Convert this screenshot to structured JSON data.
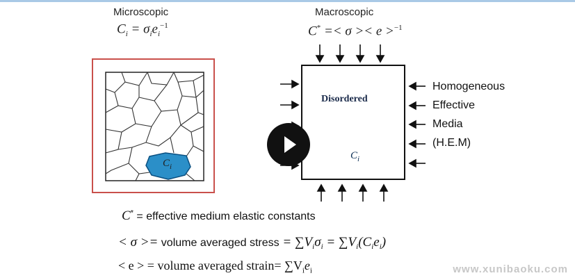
{
  "micro": {
    "heading": "Microscopic",
    "formula_main": "C",
    "formula_sub": "i",
    "formula_rest": " = σ",
    "formula_sub2": "i",
    "formula_e": "e",
    "formula_sub3": "i",
    "formula_sup": "−1",
    "grain_label": "C",
    "grain_label_sub": "i",
    "grain_color": "#2b8fc8"
  },
  "macro": {
    "heading": "Macroscopic",
    "formula_main": "C",
    "formula_sup": "*",
    "formula_rest": " =< σ >< e >",
    "formula_sup2": "−1",
    "box_label": "Disordered",
    "grain_label": "C",
    "grain_label_sub": "i"
  },
  "hem": [
    "Homogeneous",
    "Effective",
    "Media",
    "(H.E.M)"
  ],
  "definitions": {
    "line1_sym": "C",
    "line1_sup": "*",
    "line1_text": " =  effective medium elastic constants",
    "line2_sym": "< σ >=",
    "line2_text": "  volume averaged stress",
    "line2_eq": " = ∑V",
    "line2_eq_sub": "i",
    "line2_eq2": "σ",
    "line2_eq2_sub": "i",
    "line2_eq3": " = ∑V",
    "line2_eq3_sub": "i",
    "line2_eq4": "(C",
    "line2_eq4_sub": "i",
    "line2_eq5": "e",
    "line2_eq5_sub": "i",
    "line2_eq6": ")",
    "line3_text": "< e > = volume averaged strain= ∑V",
    "line3_sub": "i",
    "line3_e": "e",
    "line3_sub2": "i"
  },
  "watermark": "www.xunibaoku.com"
}
